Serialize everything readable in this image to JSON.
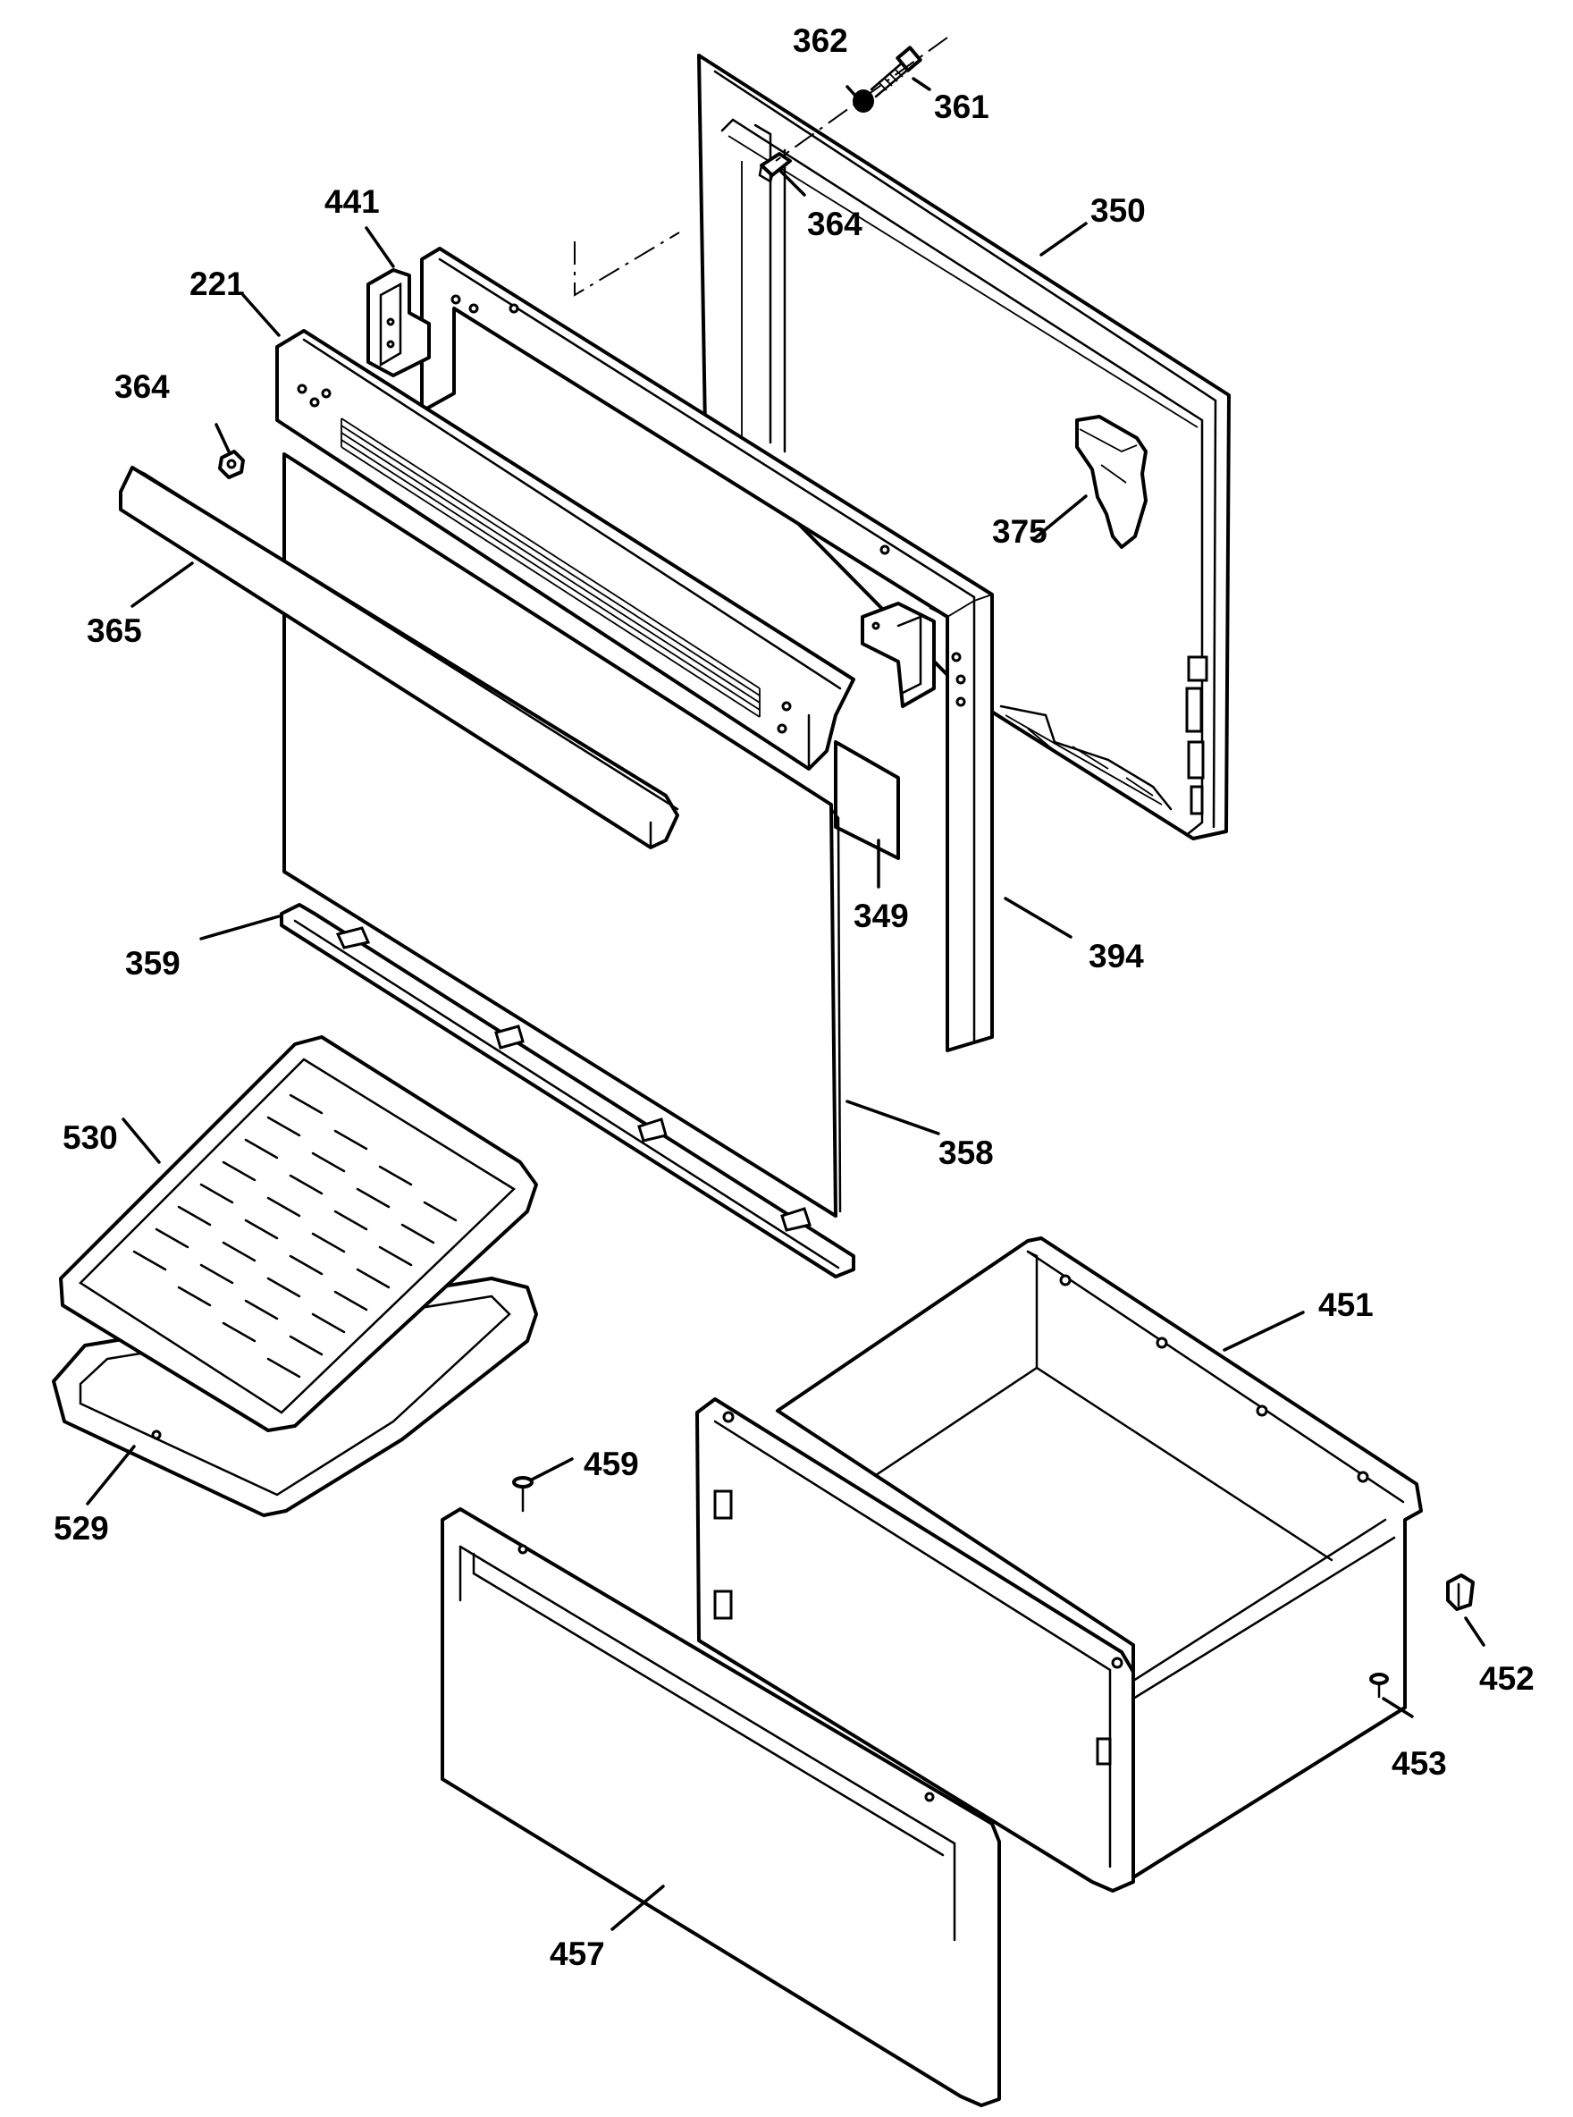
{
  "diagram": {
    "labels": {
      "l362": "362",
      "l361": "361",
      "l364a": "364",
      "l350": "350",
      "l441": "441",
      "l221": "221",
      "l364b": "364",
      "l375": "375",
      "l365": "365",
      "l349": "349",
      "l394": "394",
      "l359": "359",
      "l358": "358",
      "l530": "530",
      "l451": "451",
      "l459": "459",
      "l529": "529",
      "l452": "452",
      "l453": "453",
      "l457": "457"
    }
  }
}
